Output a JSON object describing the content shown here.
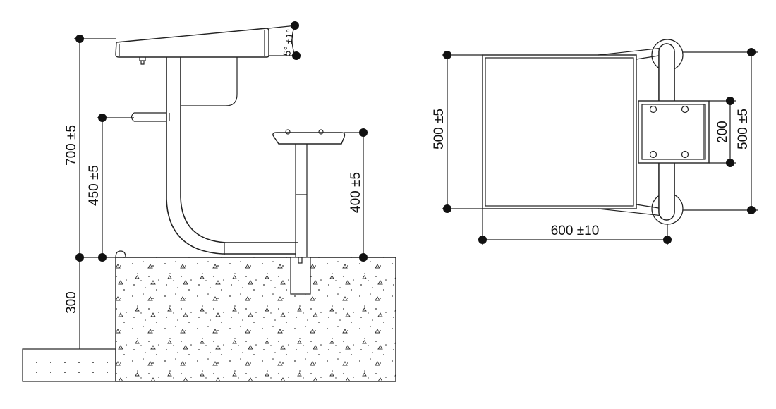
{
  "side_view": {
    "dim_total_height": "700 ±5",
    "dim_handle_height": "450 ±5",
    "dim_seat_height": "400 ±5",
    "dim_foundation_depth": "300",
    "dim_tilt": "5° ±1°"
  },
  "top_view": {
    "dim_table_depth": "500 ±5",
    "dim_overall_depth": "500 ±5",
    "dim_seat_width": "200",
    "dim_overall_width": "600 ±10"
  }
}
